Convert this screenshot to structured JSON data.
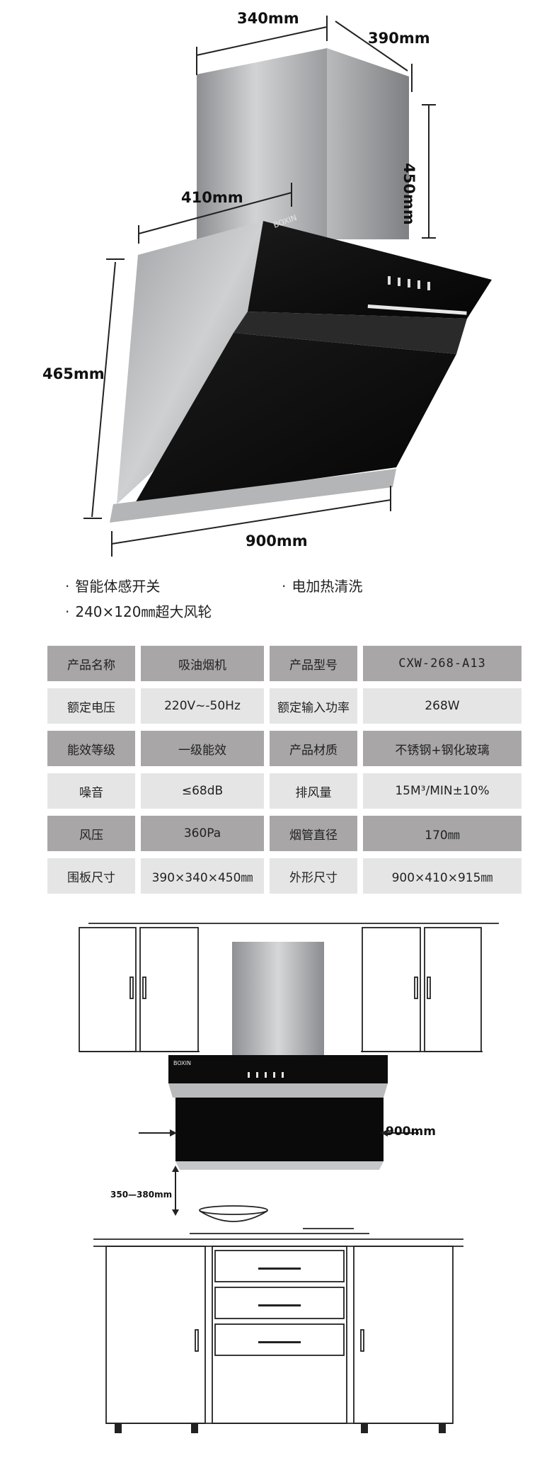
{
  "dimensions": {
    "hood_width_top": "340mm",
    "hood_depth_top": "390mm",
    "chimney_height": "450mm",
    "panel_depth": "410mm",
    "body_height": "465mm",
    "total_width": "900mm"
  },
  "brand": "BOXIN",
  "features": [
    "智能体感开关",
    "电加热清洗",
    "240×120㎜超大风轮"
  ],
  "specs": [
    [
      "产品名称",
      "吸油烟机",
      "产品型号",
      "CXW-268-A13"
    ],
    [
      "额定电压",
      "220V~-50Hz",
      "额定输入功率",
      "268W"
    ],
    [
      "能效等级",
      "一级能效",
      "产品材质",
      "不锈钢+钢化玻璃"
    ],
    [
      "噪音",
      "≤68dB",
      "排风量",
      "15M³/MIN±10%"
    ],
    [
      "风压",
      "360Pa",
      "烟管直径",
      "170㎜"
    ],
    [
      "围板尺寸",
      "390×340×450㎜",
      "外形尺寸",
      "900×410×915㎜"
    ]
  ],
  "install": {
    "width_label": "900mm",
    "height_label": "350—380mm"
  }
}
